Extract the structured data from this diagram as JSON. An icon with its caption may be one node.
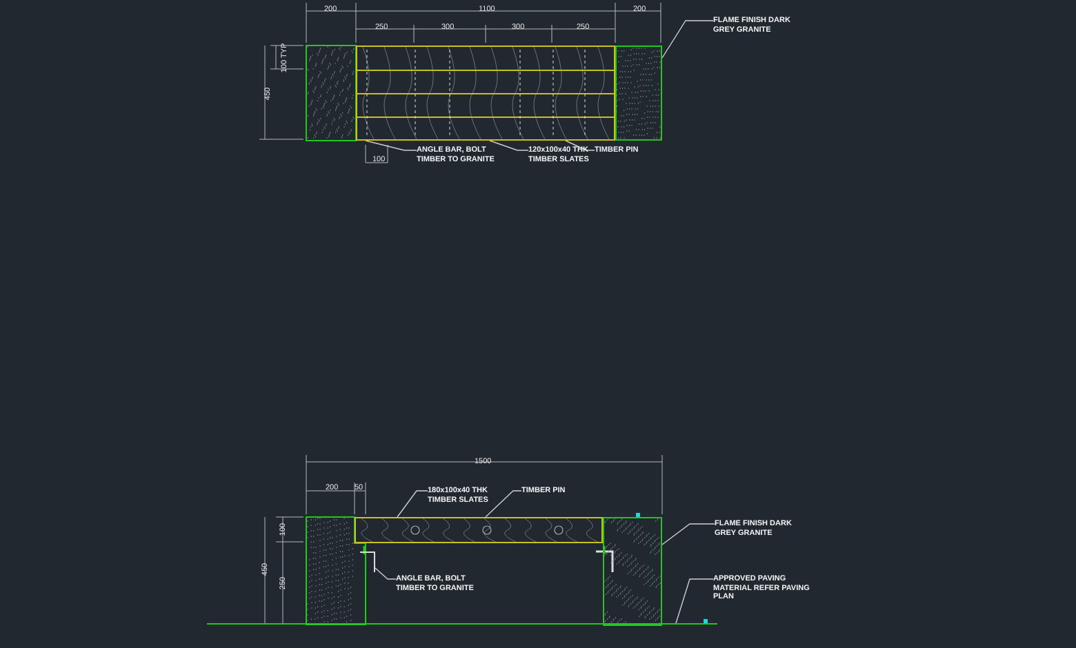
{
  "diagram": {
    "nodes": [
      {
        "text": [
          "FLAME FINISH DARK GREY GRANITE"
        ]
      },
      {
        "text": [],
        "shape": "box"
      },
      {
        "text": [
          "ANGLE BAR, BOLT TIMBER TO GRANITE"
        ]
      },
      {
        "text": [
          "120x100x40 THK TIMBER SLATES"
        ]
      },
      {
        "text": [
          "TIMBER PIN"
        ]
      },
      {
        "text": [
          "180x100x40 THK TIMBER SLATES"
        ]
      },
      {
        "text": [
          "TIMBER PIN"
        ]
      },
      {
        "text": [
          "FLAME FINISH DARK GREY GRANITE"
        ]
      },
      {
        "text": [],
        "shape": "box"
      },
      {
        "text": [
          "ANGLE BAR, BOLT TIMBER TO GRANITE"
        ]
      },
      {
        "text": [
          "APPROVED PAVING MATERIAL REFER PAVING PLAN"
        ]
      },
      {
        "text": [],
        "shape": "box"
      },
      {
        "text": [],
        "shape": "box"
      },
      {
        "text": [],
        "shape": "bar"
      },
      {
        "text": [],
        "shape": "bar"
      }
    ],
    "edges": [
      {
        "from": 0,
        "to": 1,
        "arrow": "none"
      },
      {
        "from": 2,
        "to": 11,
        "arrow": "none"
      },
      {
        "from": 3,
        "to": 11,
        "arrow": "none"
      },
      {
        "from": 4,
        "to": 11,
        "arrow": "none"
      },
      {
        "from": 5,
        "to": 12,
        "arrow": "none"
      },
      {
        "from": 6,
        "to": 12,
        "arrow": "none"
      },
      {
        "from": 7,
        "to": 8,
        "arrow": "none"
      },
      {
        "from": 9,
        "to": 13,
        "arrow": "none"
      },
      {
        "from": 10,
        "to": 14,
        "arrow": "none"
      }
    ],
    "labels": [
      "200",
      "1100",
      "200",
      "250",
      "300",
      "300",
      "250",
      "100 TYP",
      "450",
      "100",
      "1500",
      "200",
      "50",
      "100",
      "250",
      "450"
    ]
  }
}
